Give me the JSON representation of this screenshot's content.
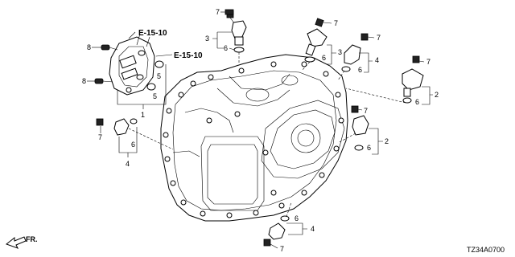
{
  "diagram": {
    "part_labels": {
      "lbl_7_a": "7",
      "lbl_3_a": "3",
      "lbl_6_a": "6",
      "lbl_7_b": "7",
      "lbl_6_b": "6",
      "lbl_3_b": "3",
      "lbl_7_c": "7",
      "lbl_4_a": "4",
      "lbl_6_c": "6",
      "lbl_7_d": "7",
      "lbl_2_a": "2",
      "lbl_6_d": "6",
      "lbl_8_a": "8",
      "lbl_8_b": "8",
      "lbl_5_a": "5",
      "lbl_5_b": "5",
      "lbl_1": "1",
      "lbl_7_e": "7",
      "lbl_6_e": "6",
      "lbl_4_b": "4",
      "lbl_7_f": "7",
      "lbl_6_f": "6",
      "lbl_2_b": "2",
      "lbl_6_g": "6",
      "lbl_4_c": "4",
      "lbl_7_g": "7"
    },
    "references": {
      "ref_a": "E-15-10",
      "ref_b": "E-15-10"
    },
    "direction": "FR.",
    "diagram_code": "TZ34A0700"
  }
}
